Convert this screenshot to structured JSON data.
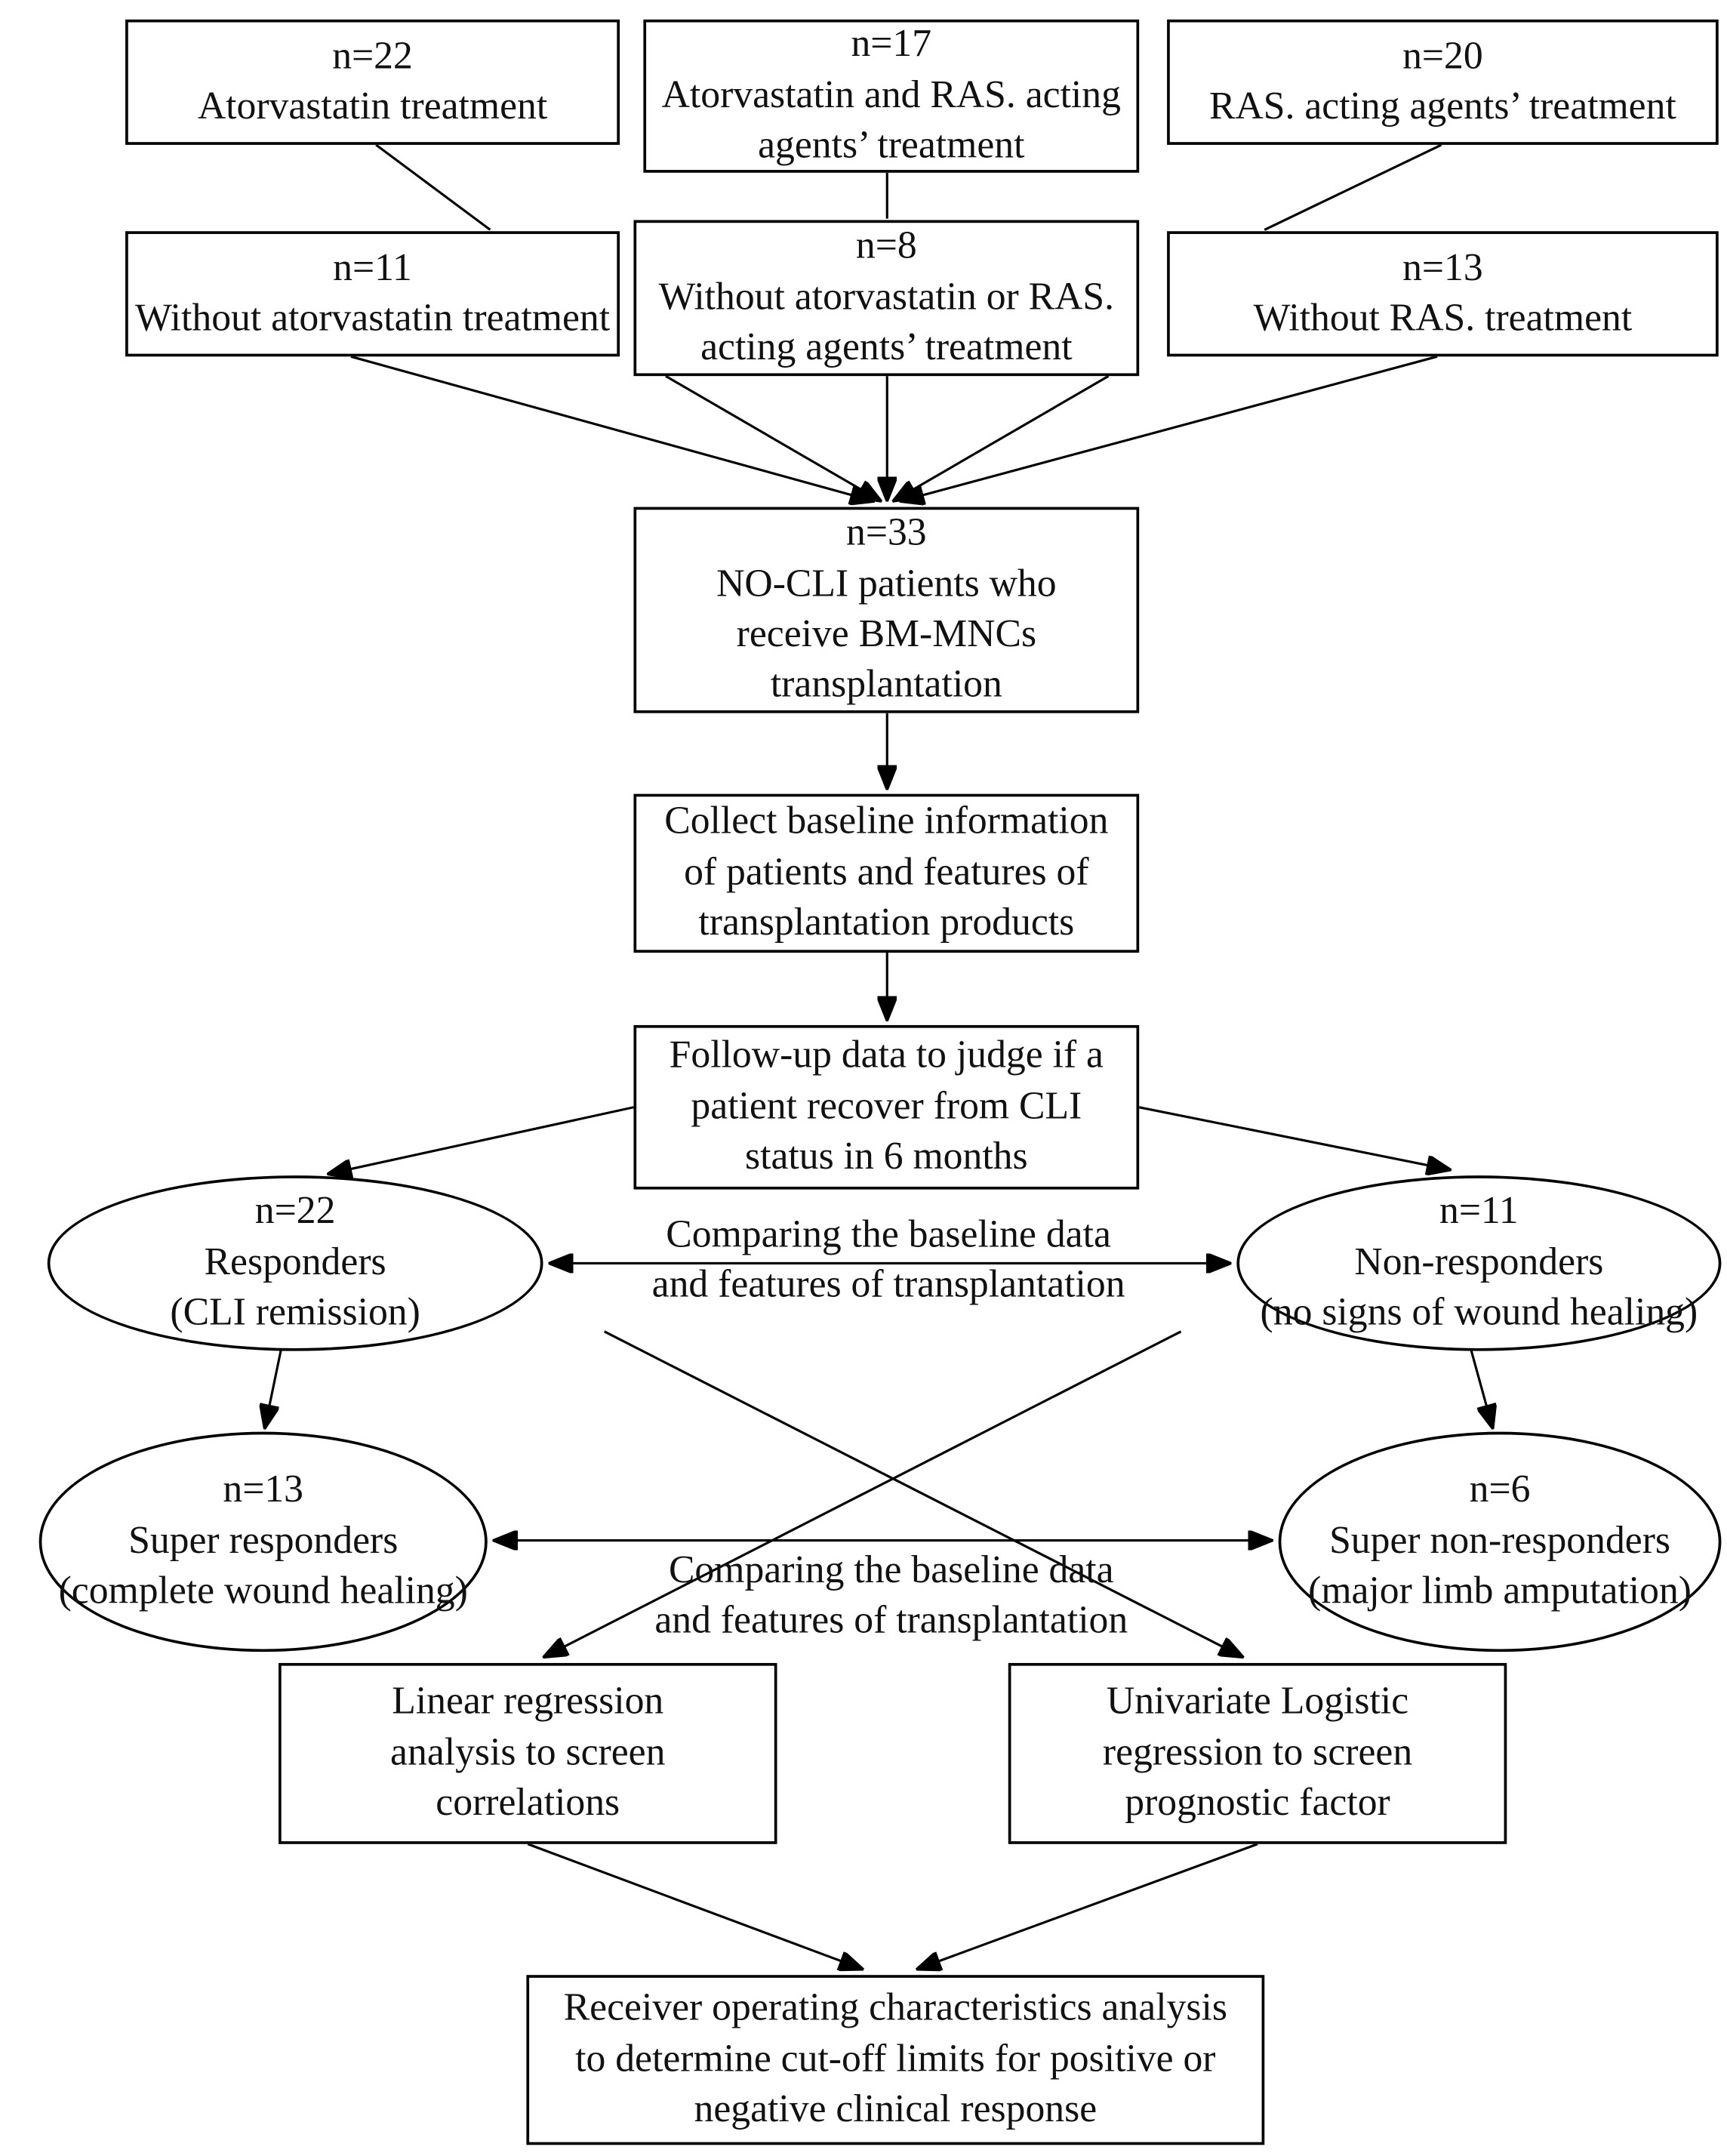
{
  "flowchart": {
    "boxes": {
      "atorvastatin": "n=22\nAtorvastatin treatment",
      "atorvastatin_ras": "n=17\nAtorvastatin and RAS. acting\nagents’ treatment",
      "ras": "n=20\nRAS. acting agents’ treatment",
      "without_atorvastatin": "n=11\nWithout atorvastatin treatment",
      "without_both": "n=8\nWithout atorvastatin or RAS.\nacting agents’ treatment",
      "without_ras": "n=13\nWithout RAS. treatment",
      "cohort": "n=33\nNO-CLI patients who\nreceive BM-MNCs\ntransplantation",
      "collect_baseline": "Collect baseline information\nof patients and features of\ntransplantation products",
      "followup": "Follow-up data to judge if a\npatient recover from CLI\nstatus in 6 months",
      "linear_regression": "Linear regression\nanalysis to screen\ncorrelations",
      "univariate_logistic": "Univariate Logistic\nregression to screen\nprognostic factor",
      "roc": "Receiver operating characteristics analysis\nto determine cut-off limits for positive or\nnegative clinical response"
    },
    "ellipses": {
      "responders": "n=22\nResponders\n(CLI remission)",
      "non_responders": "n=11\nNon-responders\n(no signs of wound healing)",
      "super_responders": "n=13\nSuper responders\n(complete wound healing)",
      "super_non_responders": "n=6\nSuper non-responders\n(major limb amputation)"
    },
    "annotations": {
      "comparing_top": "Comparing the baseline data\nand features of transplantation",
      "comparing_bottom": "Comparing the baseline data\nand features of transplantation"
    },
    "colors": {
      "stroke": "#000000",
      "background": "#ffffff",
      "text": "#111111"
    }
  }
}
